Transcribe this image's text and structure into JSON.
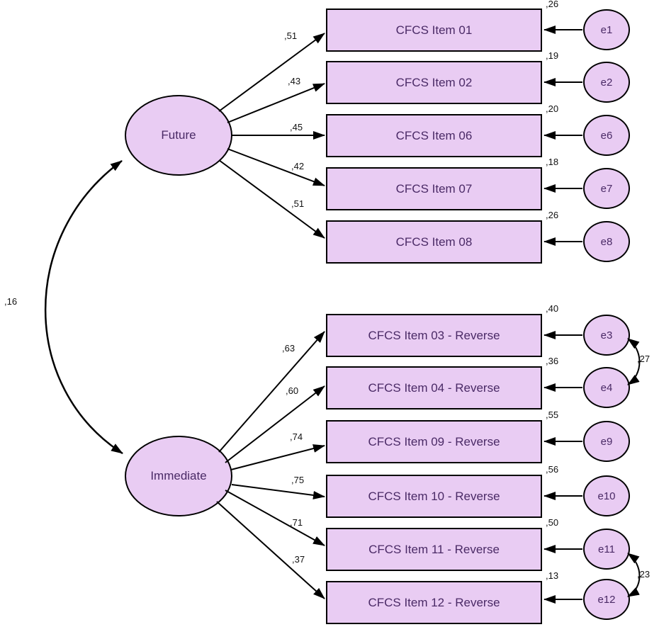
{
  "diagram_type": "confirmatory-factor-analysis-path-diagram",
  "colors": {
    "shape_fill": "#e9ccf3",
    "shape_border": "#000000",
    "shape_text": "#4a2a66",
    "value_text": "#111111",
    "background": "#ffffff"
  },
  "model": {
    "factors": [
      {
        "name": "Future"
      },
      {
        "name": "Immediate"
      }
    ],
    "factor_correlation": {
      "between": [
        "Future",
        "Immediate"
      ],
      "value": ",16"
    },
    "indicators": [
      {
        "factor": "Future",
        "item": "CFCS Item 01",
        "loading": ",51",
        "error": "e1",
        "error_variance": ",26"
      },
      {
        "factor": "Future",
        "item": "CFCS Item 02",
        "loading": ",43",
        "error": "e2",
        "error_variance": ",19"
      },
      {
        "factor": "Future",
        "item": "CFCS Item 06",
        "loading": ",45",
        "error": "e6",
        "error_variance": ",20"
      },
      {
        "factor": "Future",
        "item": "CFCS Item 07",
        "loading": ",42",
        "error": "e7",
        "error_variance": ",18"
      },
      {
        "factor": "Future",
        "item": "CFCS Item 08",
        "loading": ",51",
        "error": "e8",
        "error_variance": ",26"
      },
      {
        "factor": "Immediate",
        "item": "CFCS Item 03 - Reverse",
        "loading": ",63",
        "error": "e3",
        "error_variance": ",40"
      },
      {
        "factor": "Immediate",
        "item": "CFCS Item 04 - Reverse",
        "loading": ",60",
        "error": "e4",
        "error_variance": ",36"
      },
      {
        "factor": "Immediate",
        "item": "CFCS Item 09 - Reverse",
        "loading": ",74",
        "error": "e9",
        "error_variance": ",55"
      },
      {
        "factor": "Immediate",
        "item": "CFCS Item 10 - Reverse",
        "loading": ",75",
        "error": "e10",
        "error_variance": ",56"
      },
      {
        "factor": "Immediate",
        "item": "CFCS Item 11 - Reverse",
        "loading": ",71",
        "error": "e11",
        "error_variance": ",50"
      },
      {
        "factor": "Immediate",
        "item": "CFCS Item 12 - Reverse",
        "loading": ",37",
        "error": "e12",
        "error_variance": ",13"
      }
    ],
    "error_covariances": [
      {
        "between": [
          "e3",
          "e4"
        ],
        "value": ",27"
      },
      {
        "between": [
          "e11",
          "e12"
        ],
        "value": ",23"
      }
    ]
  }
}
